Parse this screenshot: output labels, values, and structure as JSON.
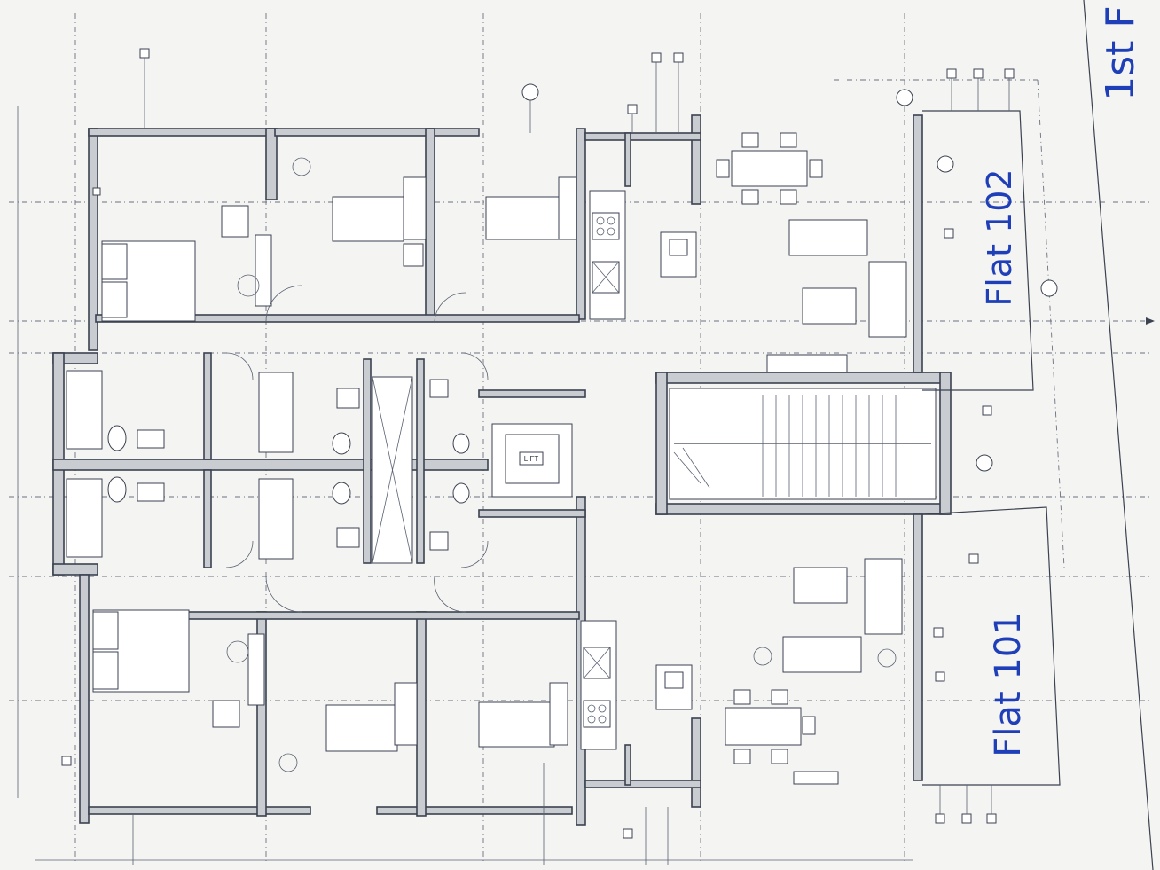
{
  "annotations": {
    "flat_102": "Flat 102",
    "flat_101": "Flat 101",
    "floor_label": "1st F",
    "lift_label": "LIFT"
  },
  "colors": {
    "ink": "#3b4250",
    "wall_fill": "#c9ccd1",
    "handwriting": "#1e3fb8",
    "paper": "#f4f4f2"
  }
}
